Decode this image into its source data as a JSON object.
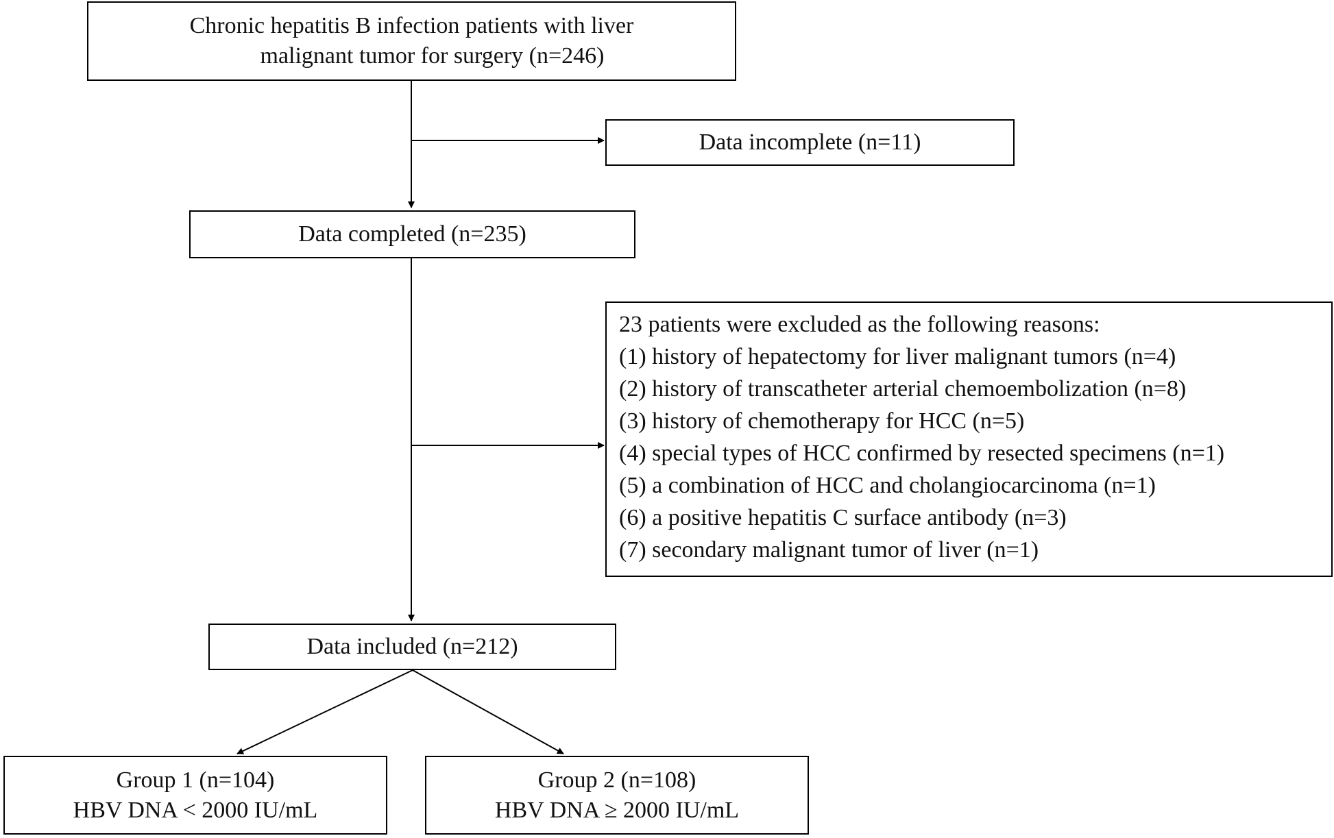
{
  "nodes": {
    "start": {
      "lines": [
        "Chronic hepatitis B infection patients with liver",
        "malignant tumor for surgery (n=246)"
      ]
    },
    "incomplete": {
      "text": "Data incomplete (n=11)"
    },
    "completed": {
      "text": "Data completed (n=235)"
    },
    "exclusions": {
      "lines": [
        "23 patients were excluded as the following reasons:",
        "(1)   history of hepatectomy for liver malignant tumors (n=4)",
        "(2) history of transcatheter arterial chemoembolization (n=8)",
        "(3) history of chemotherapy for HCC (n=5)",
        "(4) special types of HCC confirmed by resected specimens (n=1)",
        "(5) a combination of HCC and cholangiocarcinoma (n=1)",
        "(6) a positive hepatitis C surface antibody  (n=3)",
        "(7) secondary malignant tumor of liver (n=1)"
      ]
    },
    "included": {
      "text": "Data included (n=212)"
    },
    "group1": {
      "lines": [
        "Group 1 (n=104)",
        "HBV DNA < 2000 IU/mL"
      ]
    },
    "group2": {
      "lines": [
        "Group 2 (n=108)",
        "HBV DNA ≥ 2000 IU/mL"
      ]
    }
  },
  "edges": [
    {
      "from": "start",
      "to": "completed"
    },
    {
      "from": "start",
      "to": "incomplete"
    },
    {
      "from": "completed",
      "to": "included"
    },
    {
      "from": "completed",
      "to": "exclusions"
    },
    {
      "from": "included",
      "to": "group1"
    },
    {
      "from": "included",
      "to": "group2"
    }
  ],
  "colors": {
    "stroke": "#000000",
    "text": "#111111",
    "background": "#ffffff"
  }
}
